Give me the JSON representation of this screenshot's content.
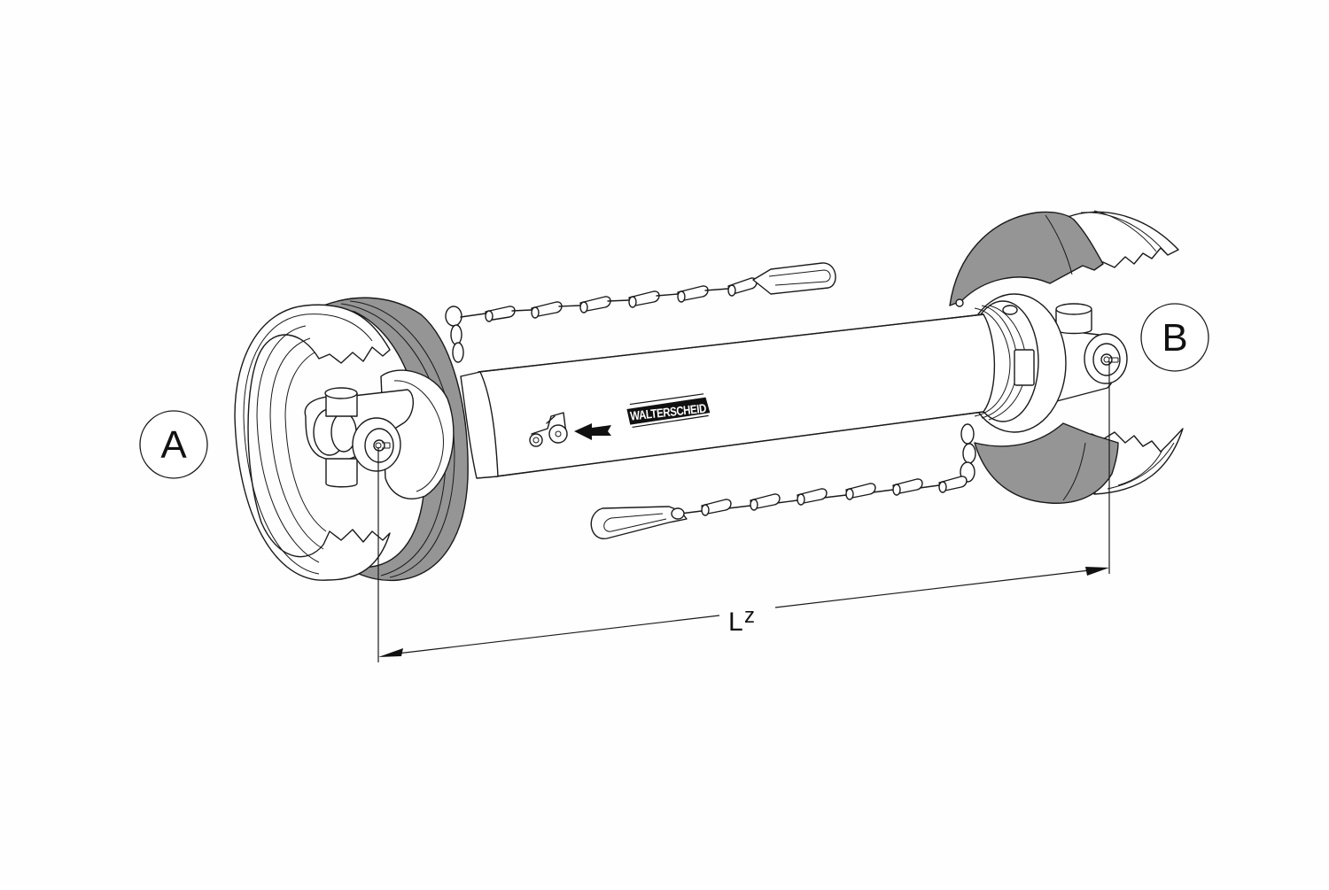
{
  "diagram": {
    "subject": "PTO drive shaft with protective guards and safety chains",
    "brand_label": "WALTERSCHEID",
    "labels": {
      "end_a": "A",
      "end_b": "B"
    },
    "dimension": {
      "symbol": "L",
      "subscript": "z"
    },
    "icons": {
      "tractor": "tractor-icon",
      "direction_arrow": "arrow-left-icon"
    },
    "colors": {
      "background": "#fefefe",
      "line": "#1a1a1a",
      "guard_fill": "#959595",
      "part_fill": "#ffffff"
    }
  }
}
